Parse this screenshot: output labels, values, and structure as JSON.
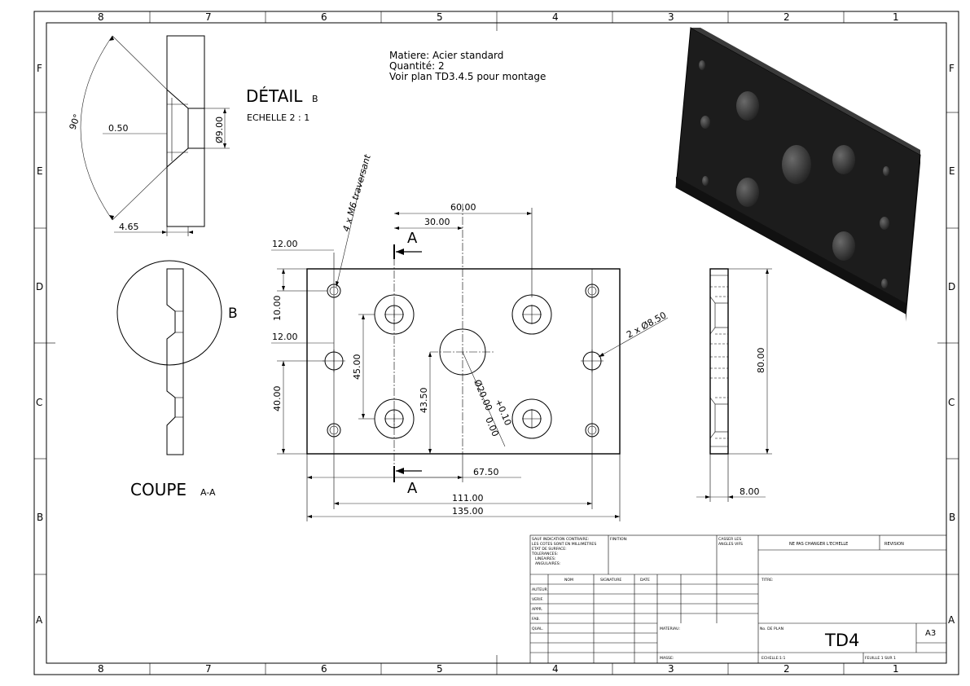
{
  "zones": {
    "columns": [
      "8",
      "7",
      "6",
      "5",
      "4",
      "3",
      "2",
      "1"
    ],
    "rows": [
      "F",
      "E",
      "D",
      "C",
      "B",
      "A"
    ]
  },
  "notes": {
    "line1": "Matiere: Acier standard",
    "line2": "Quantité: 2",
    "line3": "Voir plan TD3.4.5 pour montage"
  },
  "detail": {
    "title": "DÉTAIL",
    "tag": "B",
    "scale": "ECHELLE  2 : 1",
    "angle": "90°",
    "depth": "0.50",
    "width": "4.65",
    "hole_dia": "Ø9.00"
  },
  "section": {
    "title": "COUPE",
    "tag": "A-A",
    "circle_label": "B"
  },
  "front": {
    "cut_label_top": "A",
    "cut_label_bottom": "A",
    "dims": {
      "d60": "60.00",
      "d30": "30.00",
      "d12a": "12.00",
      "d10": "10.00",
      "d12b": "12.00",
      "d40": "40.00",
      "d45": "45.00",
      "d43_5": "43.50",
      "d67_5": "67.50",
      "d111": "111.00",
      "d135": "135.00",
      "hole_note": "4 x M6 traversant",
      "hole_note2": "2 x Ø8.50",
      "center_dia": "Ø20.00",
      "tol_upper": "+0.10",
      "tol_lower": "0.00"
    }
  },
  "side": {
    "d80": "80.00",
    "d8": "8.00"
  },
  "titleblock": {
    "general_1": "SAUF INDICATION CONTRAIRE:",
    "general_2": "LES COTES SONT EN MILLIMETRES",
    "general_3": "ETAT DE SURFACE:",
    "general_4": "TOLERANCES:",
    "general_5": "LINEAIRES:",
    "general_6": "ANGULAIRES:",
    "finish": "FINITION:",
    "edges_1": "CASSER LES",
    "edges_2": "ANGLES VIFS",
    "no_scale": "NE PAS CHANGER L'ECHELLE",
    "revision": "REVISION",
    "col_name": "NOM",
    "col_sign": "SIGNATURE",
    "col_date": "DATE",
    "row_author": "AUTEUR",
    "row_verif": "VERIF.",
    "row_appr": "APPR.",
    "row_fab": "FAB.",
    "row_qual": "QUAL.",
    "title_label": "TITRE:",
    "material_label": "MATERIAU:",
    "drawing_no_label": "No. DE PLAN",
    "drawing_no": "TD4",
    "format": "A3",
    "mass_label": "MASSE:",
    "scale_label": "ECHELLE:1:1",
    "sheet_label": "FEUILLE 1 SUR 1"
  }
}
